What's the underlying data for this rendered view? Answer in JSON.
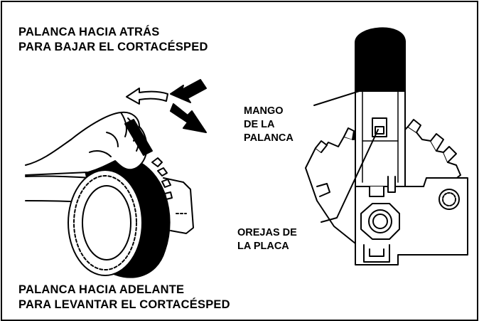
{
  "captions": {
    "top_line1": "PALANCA HACIA ATRÁS",
    "top_line2": "PARA BAJAR EL CORTACÉSPED",
    "bottom_line1": "PALANCA HACIA ADELANTE",
    "bottom_line2": "PARA LEVANTAR EL CORTACÉSPED"
  },
  "callouts": {
    "handle_line1": "MANGO",
    "handle_line2": "DE LA",
    "handle_line3": "PALANCA",
    "tabs_line1": "OREJAS DE",
    "tabs_line2": "LA PLACA"
  },
  "colors": {
    "ink": "#000000",
    "paper": "#ffffff"
  }
}
